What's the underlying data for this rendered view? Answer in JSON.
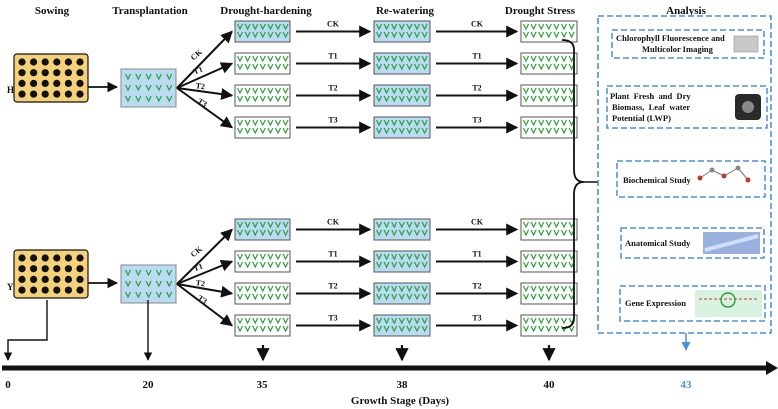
{
  "headers": {
    "sowing": "Sowing",
    "transplantation": "Transplantation",
    "drought_hardening": "Drought-hardening",
    "re_watering": "Re-watering",
    "drought_stress": "Drought Stress",
    "analysis": "Analysis"
  },
  "varieties": [
    "H",
    "Y"
  ],
  "treatments_top": [
    "CK",
    "T1",
    "T2",
    "T3"
  ],
  "treatments_bottom": [
    "CK",
    "T1",
    "T2",
    "T3"
  ],
  "arrow_labels_top": {
    "rewater": [
      "CK",
      "T1",
      "T2",
      "T3"
    ],
    "stress": [
      "CK",
      "T1",
      "T2",
      "T3"
    ]
  },
  "arrow_labels_bottom": {
    "rewater": [
      "CK",
      "T1",
      "T2",
      "T3"
    ],
    "stress": [
      "CK",
      "T1",
      "T2",
      "T3"
    ]
  },
  "analysis_items": [
    "Chlorophyll Fluorescence and Multicolor Imaging",
    "Plant Fresh and Dry Biomass, Leaf water Potential (LWP)",
    "Biochemical Study",
    "Anatomical Study",
    "Gene Expression"
  ],
  "timeline": {
    "ticks": [
      "0",
      "20",
      "35",
      "38",
      "40",
      "43"
    ],
    "axis_label": "Growth Stage (Days)"
  },
  "colors": {
    "analysis_accent": "#4a90d9",
    "day43": "#4a90d9",
    "tray_fill": "#f5d27a",
    "plant_green": "#2e9e3e",
    "watered_bg": "#b9dcf2"
  }
}
